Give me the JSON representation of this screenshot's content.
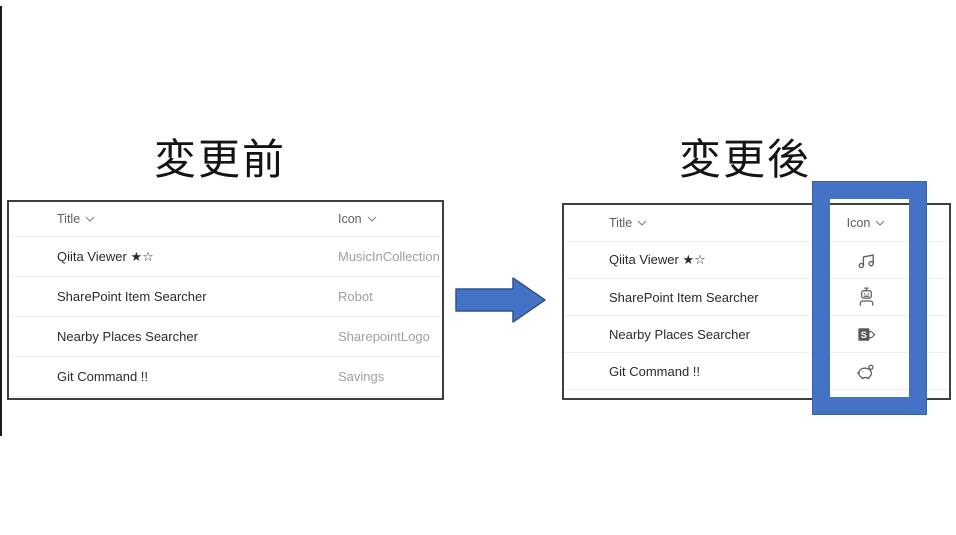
{
  "headings": {
    "before": "変更前",
    "after": "変更後"
  },
  "columns": {
    "title_label": "Title",
    "icon_label": "Icon",
    "sort_icon": "chevron-down"
  },
  "before_table": {
    "rows": [
      {
        "title": "Qiita Viewer ★☆",
        "icon": "MusicInCollection"
      },
      {
        "title": "SharePoint Item Searcher",
        "icon": "Robot"
      },
      {
        "title": "Nearby Places Searcher",
        "icon": "SharepointLogo"
      },
      {
        "title": "Git Command !!",
        "icon": "Savings"
      }
    ]
  },
  "after_table": {
    "rows": [
      {
        "title": "Qiita Viewer ★☆",
        "icon_name": "music-in-collection-icon"
      },
      {
        "title": "SharePoint Item Searcher",
        "icon_name": "robot-icon"
      },
      {
        "title": "Nearby Places Searcher",
        "icon_name": "sharepoint-logo-icon"
      },
      {
        "title": "Git Command !!",
        "icon_name": "piggy-bank-icon"
      }
    ],
    "sharepoint_logo_letter": "S"
  },
  "annotations": {
    "arrow_direction": "right",
    "highlight_target": "icon-column"
  },
  "colors": {
    "accent_blue": "#4472C4",
    "accent_blue_border": "#2F528F",
    "table_border": "#3F3F3F",
    "row_divider": "#EFEFEF",
    "row_text": "#2B2A29",
    "muted_text": "#A19F9D",
    "header_text": "#605E5C",
    "icon_stroke": "#5F5E5C"
  }
}
